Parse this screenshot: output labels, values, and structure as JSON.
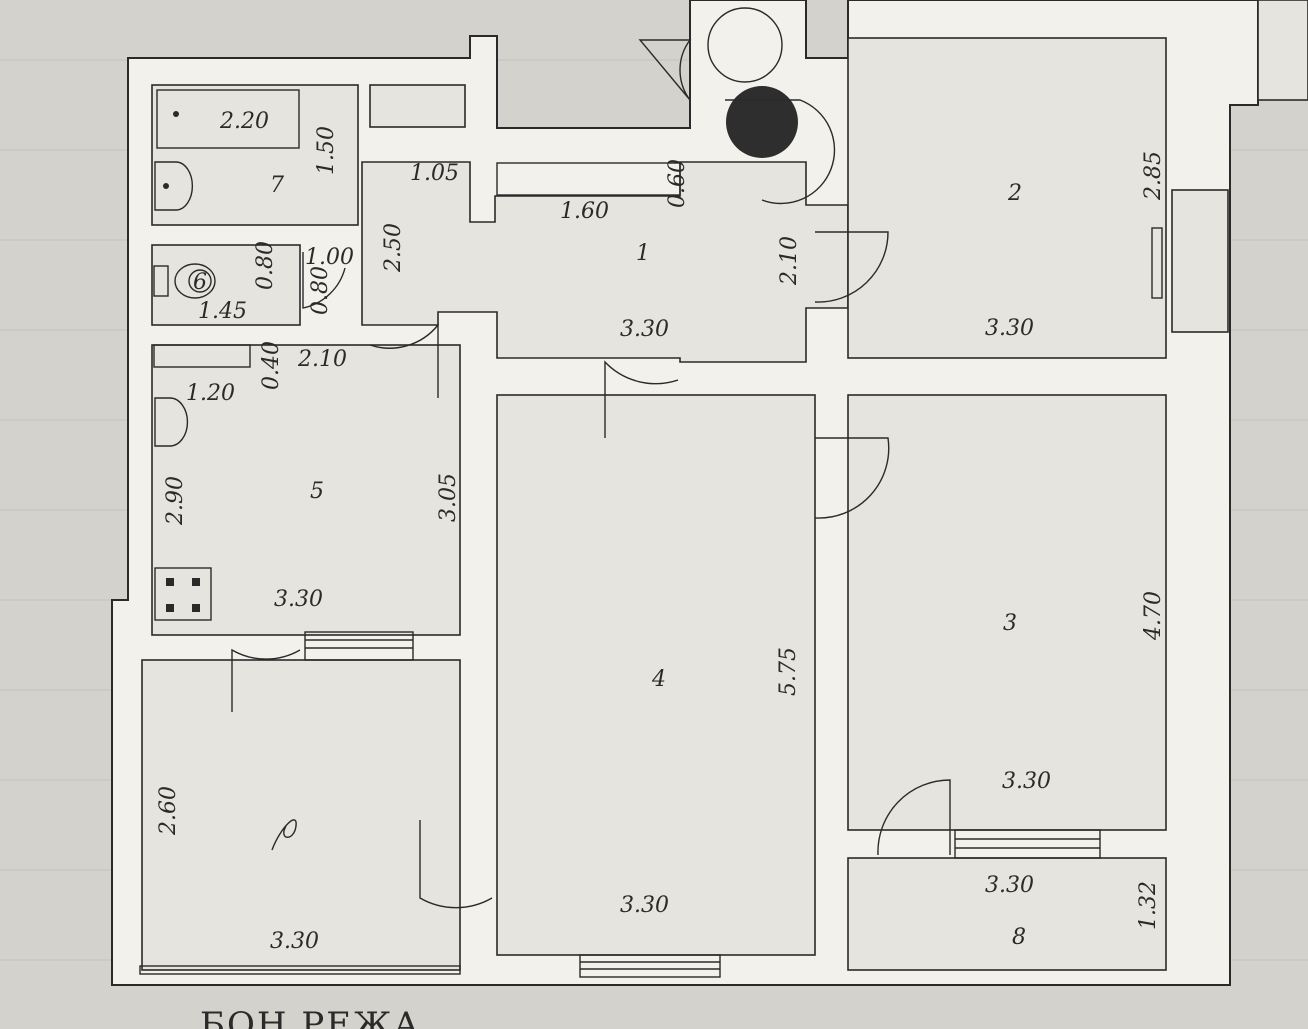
{
  "rooms": {
    "r1": {
      "number": "1",
      "w": "3.30",
      "h": "2.10",
      "dim_250": "2.50",
      "dim_105": "1.05",
      "dim_160": "1.60",
      "dim_060": "0.60"
    },
    "r2": {
      "number": "2",
      "w": "3.30",
      "h": "2.85"
    },
    "r3": {
      "number": "3",
      "w": "3.30",
      "h": "4.70"
    },
    "r4": {
      "number": "4",
      "w": "3.30",
      "h": "5.75"
    },
    "r5": {
      "number": "5",
      "w": "3.30",
      "h": "3.05",
      "h2": "2.90",
      "w2": "2.10",
      "d040": "0.40",
      "d120": "1.20"
    },
    "r6": {
      "number": "6",
      "w": "1.45",
      "h": "0.80",
      "d100": "1.00",
      "d080": "0.80"
    },
    "r7": {
      "number": "7",
      "w": "2.20",
      "h": "1.50"
    },
    "r8": {
      "number": "8",
      "w": "3.30",
      "h": "1.32"
    },
    "r9": {
      "w": "3.30",
      "h": "2.60"
    }
  },
  "caption": "БОН РЕЖА"
}
